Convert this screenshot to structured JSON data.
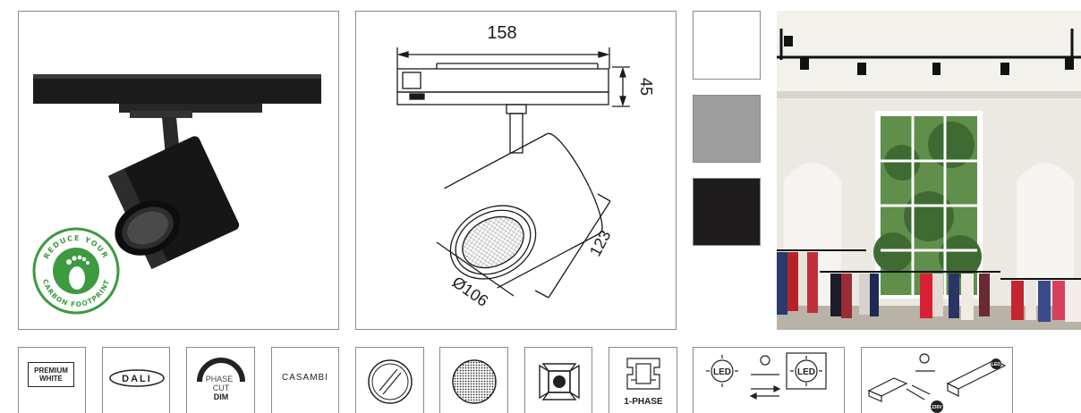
{
  "drawing": {
    "width": "158",
    "height": "45",
    "length": "123",
    "diameter": "Ø106"
  },
  "badge": {
    "top_text": "REDUCE YOUR",
    "bottom_text": "CARBON FOOTPRINT"
  },
  "swatches": [
    {
      "name": "white",
      "color": "#ffffff"
    },
    {
      "name": "grey",
      "color": "#9d9d9d"
    },
    {
      "name": "black",
      "color": "#1e1c1d"
    }
  ],
  "features": {
    "premium_line1": "PREMIUM",
    "premium_line2": "WHITE",
    "dali": "DALI",
    "phase_line1": "PHASE",
    "phase_line2": "CUT",
    "phase_line3": "DIM",
    "casambi": "CASAMBI",
    "one_phase": "1-PHASE",
    "led": "LED",
    "driver_label": "230V"
  },
  "icons": [
    "carbon-footprint-icon",
    "diffuser-clear-icon",
    "honeycomb-louvre-icon",
    "barn-door-icon",
    "track-adapter-icon",
    "replaceable-led-icon",
    "replaceable-driver-icon"
  ]
}
